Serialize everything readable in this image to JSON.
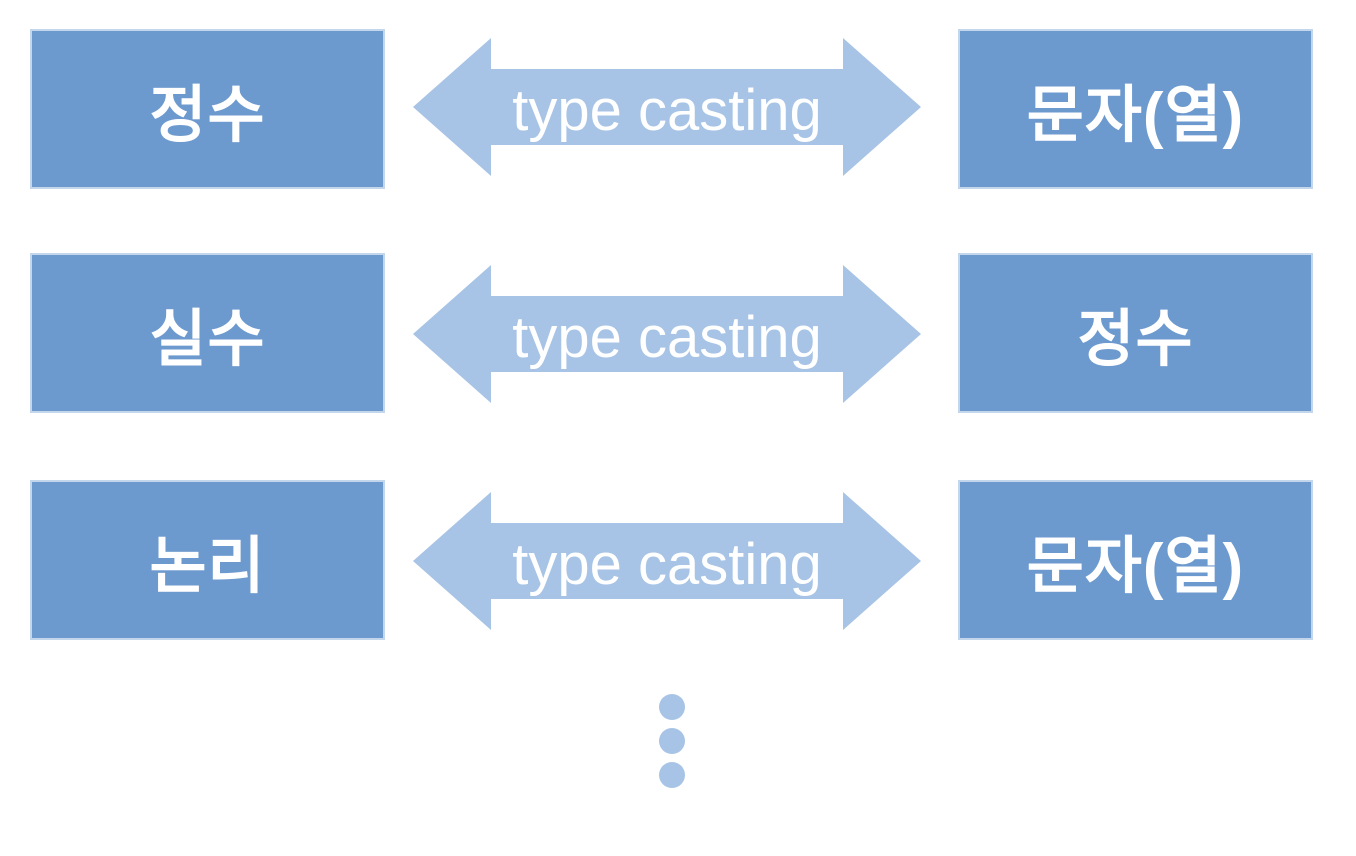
{
  "diagram": {
    "colors": {
      "background": "#FFFFFF",
      "box_fill": "#6D9ACE",
      "box_border": "#C3D6EC",
      "box_text": "#FFFFFF",
      "arrow_fill": "#A7C3E5",
      "arrow_text": "#FFFFFF",
      "dot_fill": "#A7C3E5"
    },
    "rows": [
      {
        "left_label": "정수",
        "arrow_label": "type casting",
        "right_label": "문자(열)"
      },
      {
        "left_label": "실수",
        "arrow_label": "type casting",
        "right_label": "정수"
      },
      {
        "left_label": "논리",
        "arrow_label": "type casting",
        "right_label": "문자(열)"
      }
    ],
    "continuation_dots": 3
  }
}
